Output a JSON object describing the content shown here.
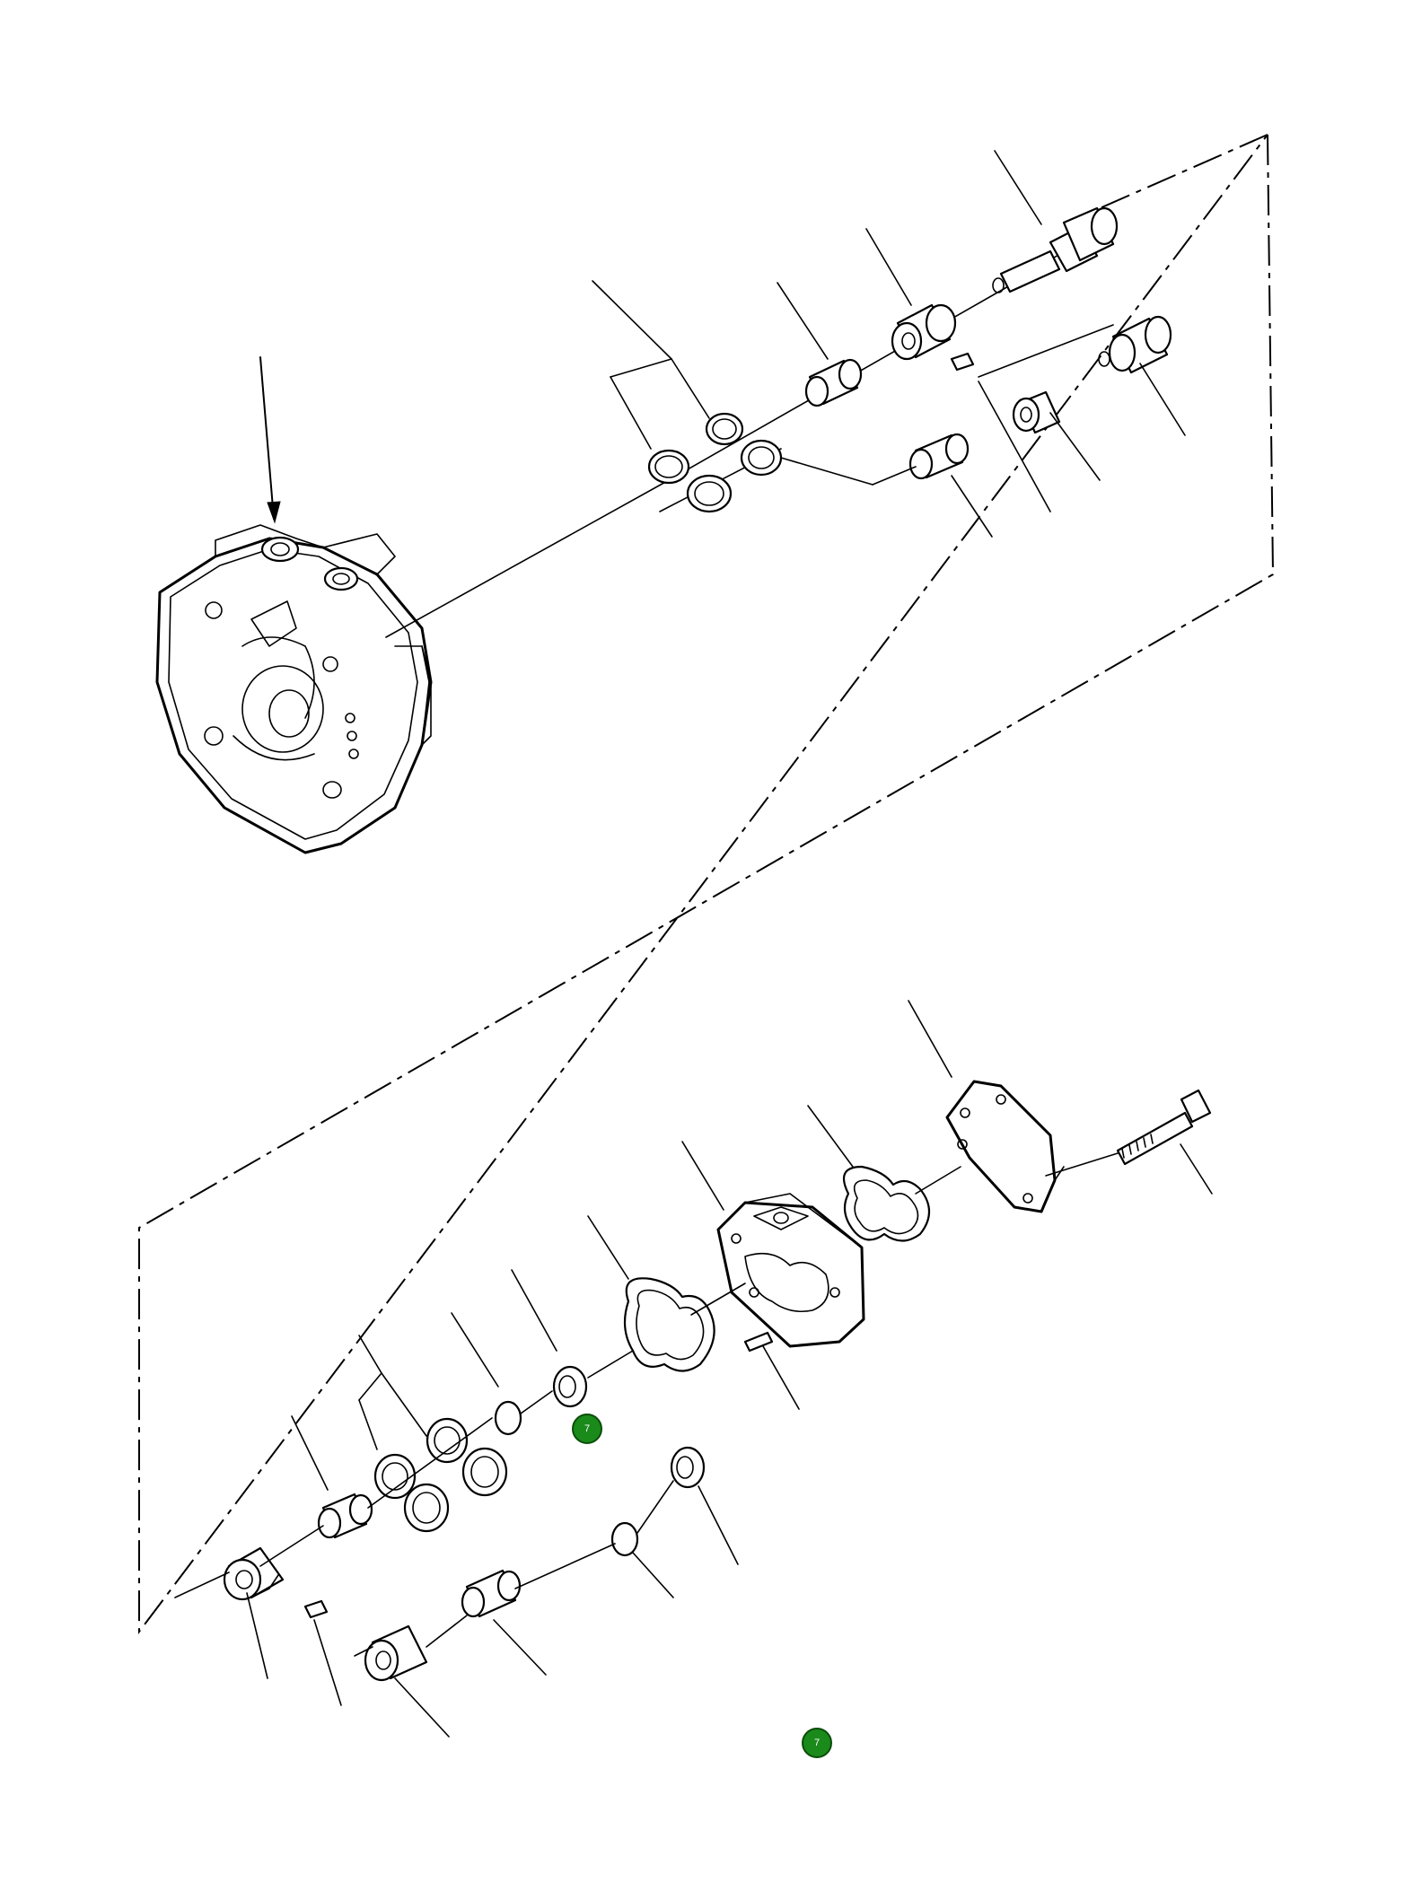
{
  "markers": [
    {
      "id": "marker-1",
      "label": "7",
      "color": "#1a8a1a"
    },
    {
      "id": "marker-2",
      "label": "7",
      "color": "#1a8a1a"
    }
  ]
}
